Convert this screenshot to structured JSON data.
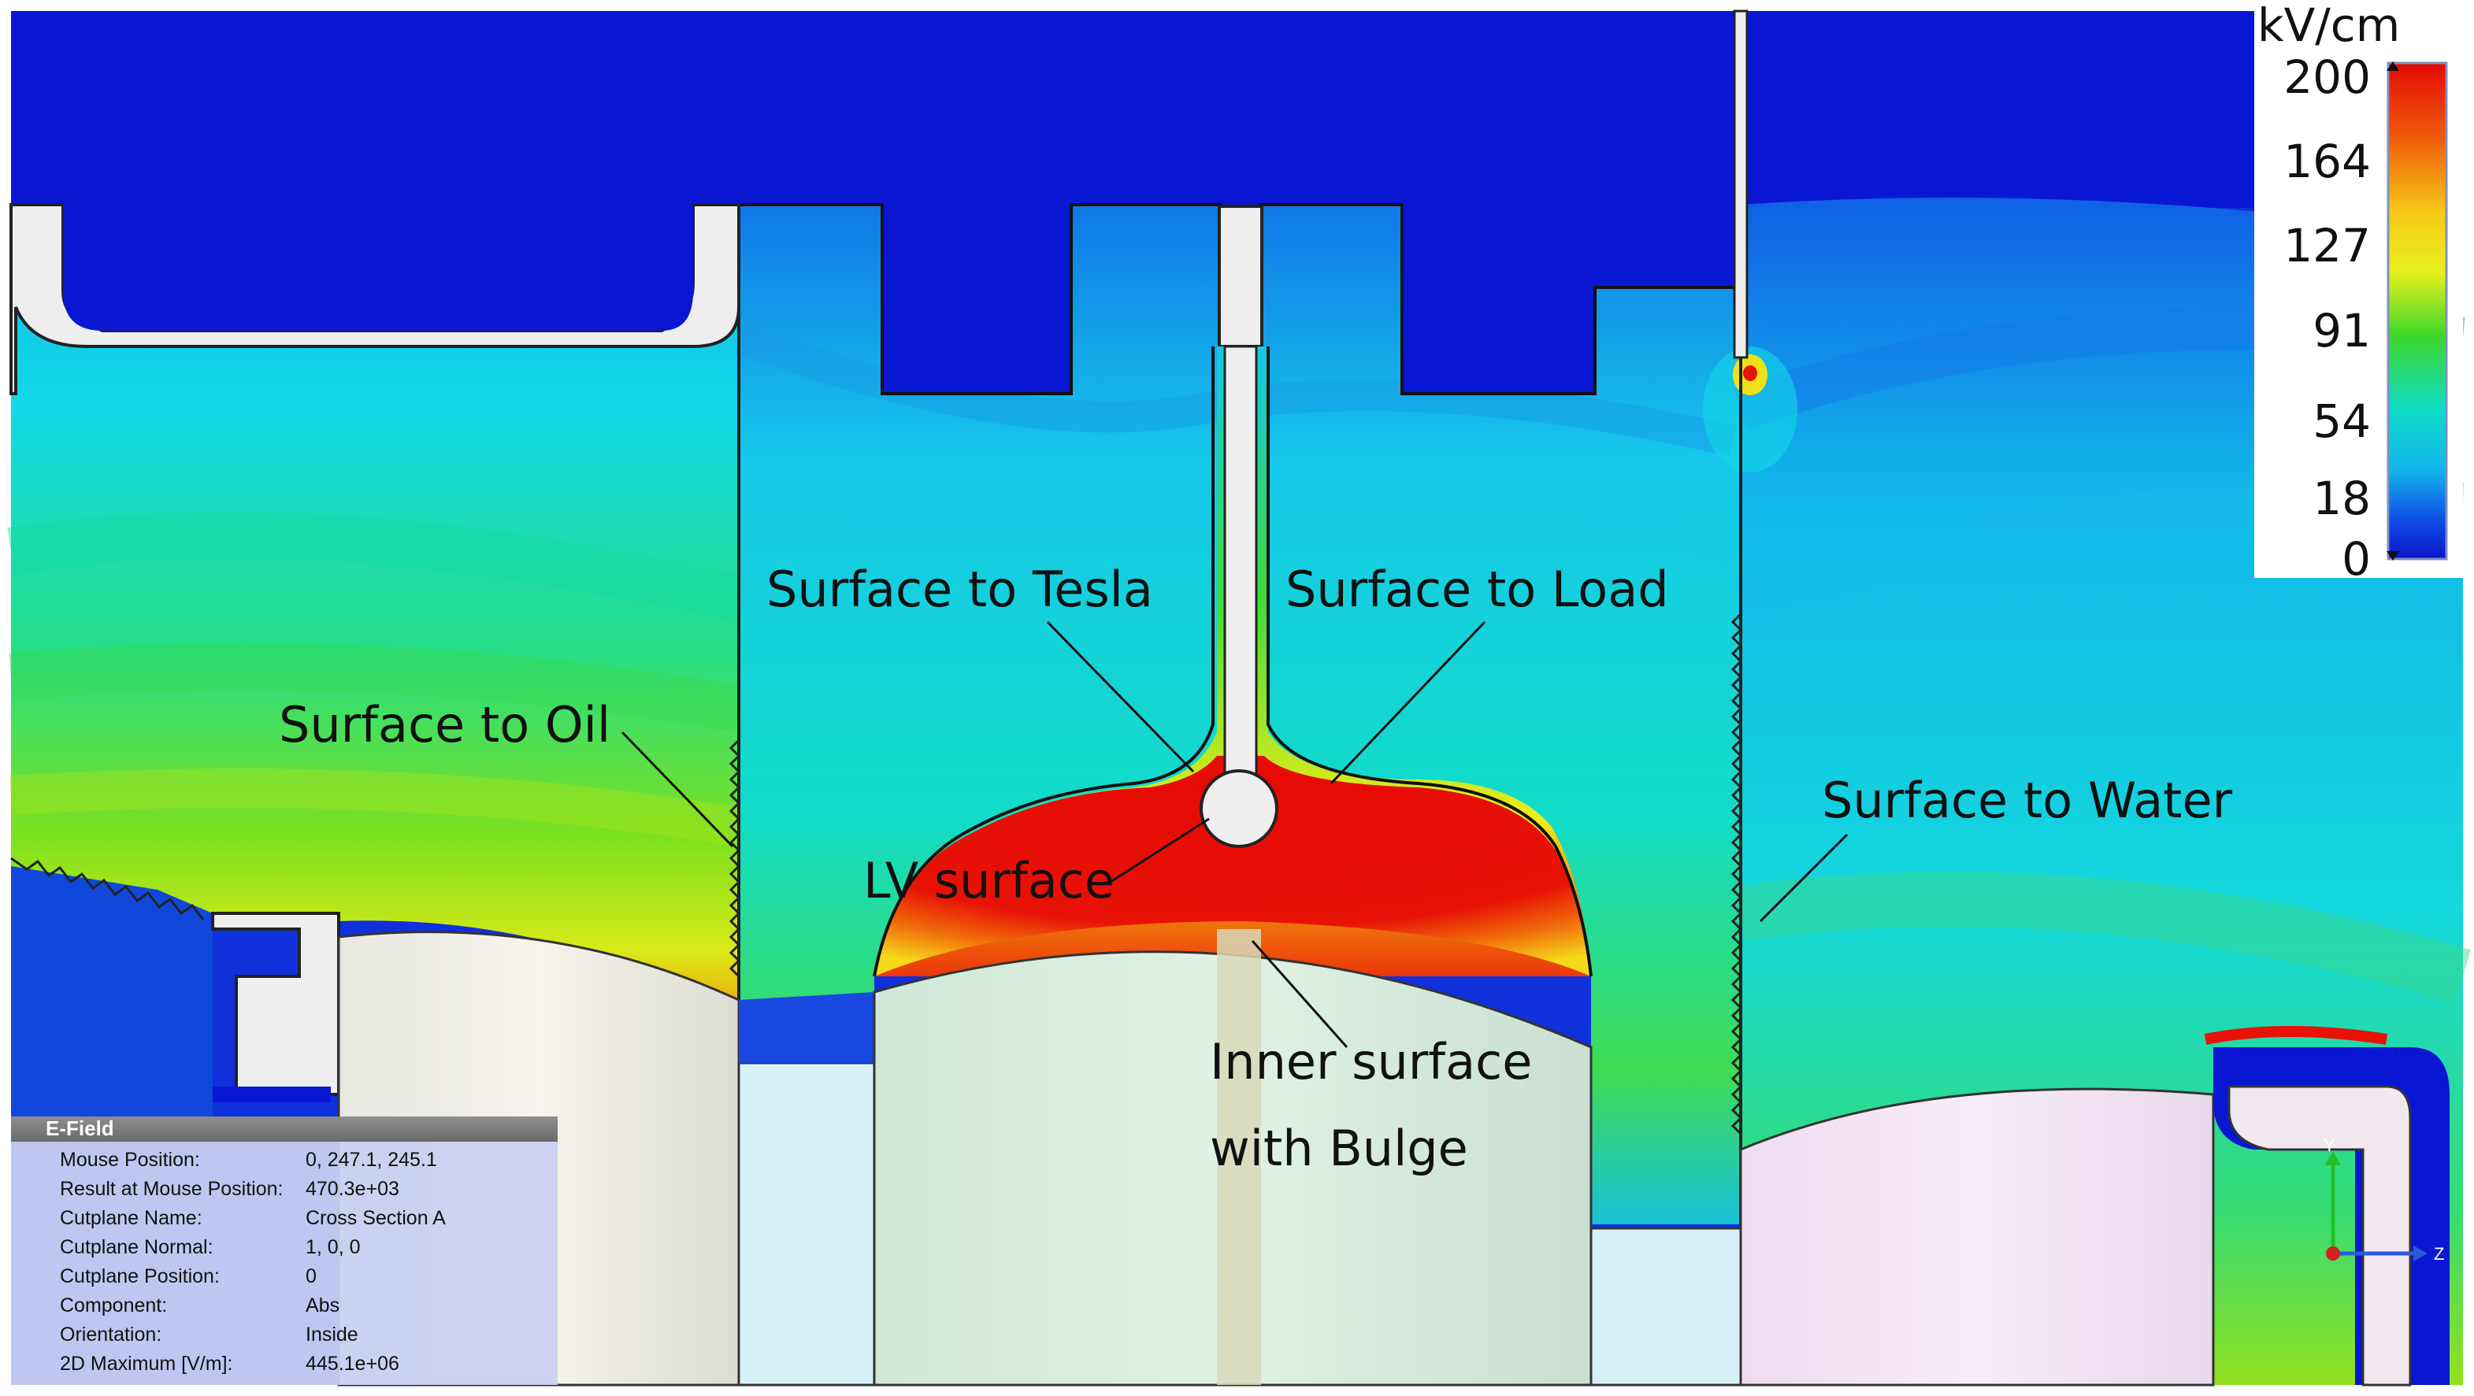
{
  "annotations": {
    "surface_to_tesla": "Surface to Tesla",
    "surface_to_load": "Surface to Load",
    "surface_to_oil": "Surface to Oil",
    "surface_to_water": "Surface to Water",
    "lv_surface": "LV surface",
    "inner_surface_line1": "Inner surface",
    "inner_surface_line2": "with Bulge"
  },
  "colorbar": {
    "unit": "kV/cm",
    "ticks": [
      "200",
      "164",
      "127",
      "91",
      "54",
      "18",
      "0"
    ],
    "max": 200,
    "min": 0
  },
  "field_panel": {
    "title": "E-Field",
    "rows": [
      {
        "label": "Mouse Position:",
        "value": "0, 247.1, 245.1"
      },
      {
        "label": "Result at Mouse Position:",
        "value": "470.3e+03"
      },
      {
        "label": "Cutplane Name:",
        "value": "Cross Section A"
      },
      {
        "label": "Cutplane Normal:",
        "value": "1, 0, 0"
      },
      {
        "label": "Cutplane Position:",
        "value": "0"
      },
      {
        "label": "Component:",
        "value": "Abs"
      },
      {
        "label": "Orientation:",
        "value": "Inside"
      },
      {
        "label": "2D Maximum [V/m]:",
        "value": "445.1e+06"
      }
    ]
  },
  "axes_triad": {
    "y_label": "Y",
    "z_label": "Z"
  },
  "colors": {
    "low": "#0a1fd6",
    "cyan": "#00d9ee",
    "green": "#3ed82a",
    "yellow": "#f7f11c",
    "high": "#e80a05"
  }
}
